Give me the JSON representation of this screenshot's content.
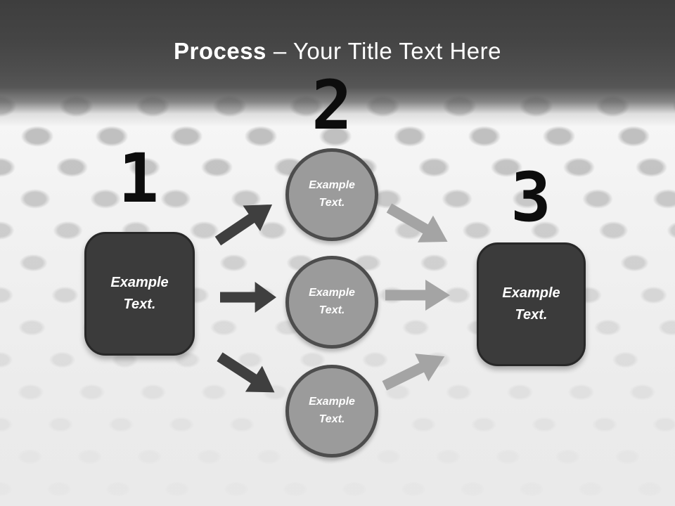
{
  "slide_title": {
    "emphasis": "Process",
    "rest": "– Your Title Text Here"
  },
  "diagram": {
    "step1": {
      "number": "1",
      "box_label": "Example Text."
    },
    "step2": {
      "number": "2",
      "circles": [
        "Example Text.",
        "Example Text.",
        "Example Text."
      ]
    },
    "step3": {
      "number": "3",
      "box_label": "Example Text."
    }
  },
  "colors": {
    "banner_top": "#3e3e3e",
    "banner_bottom": "#585858",
    "title_text": "#ffffff",
    "step_number": "#0d0d0d",
    "box_fill": "#3b3b3b",
    "box_border": "#282828",
    "box_text": "#ffffff",
    "circle_fill": "#9b9b9b",
    "circle_border": "#4d4d4d",
    "circle_text": "#ffffff",
    "arrow_dark": "#3f3f3f",
    "arrow_light": "#a4a4a4",
    "background": "#ececec"
  }
}
